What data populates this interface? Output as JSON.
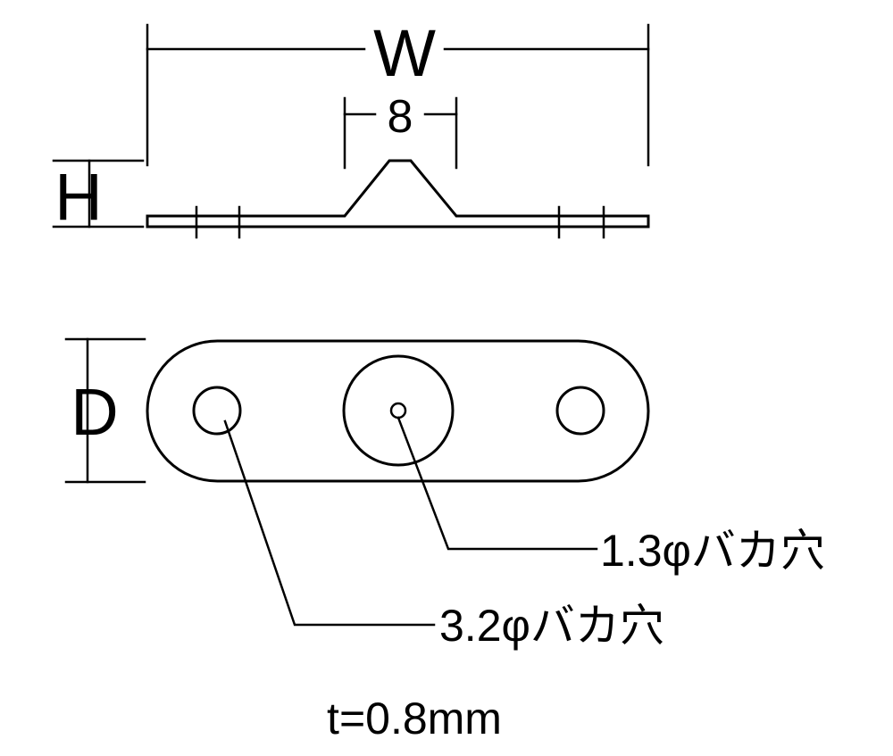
{
  "side_view": {
    "width_label": "W",
    "boss_width_label": "8",
    "height_label": "H"
  },
  "top_view": {
    "depth_label": "D",
    "small_hole_callout": "1.3φバカ穴",
    "large_hole_callout": "3.2φバカ穴"
  },
  "thickness_note": "t=0.8mm"
}
